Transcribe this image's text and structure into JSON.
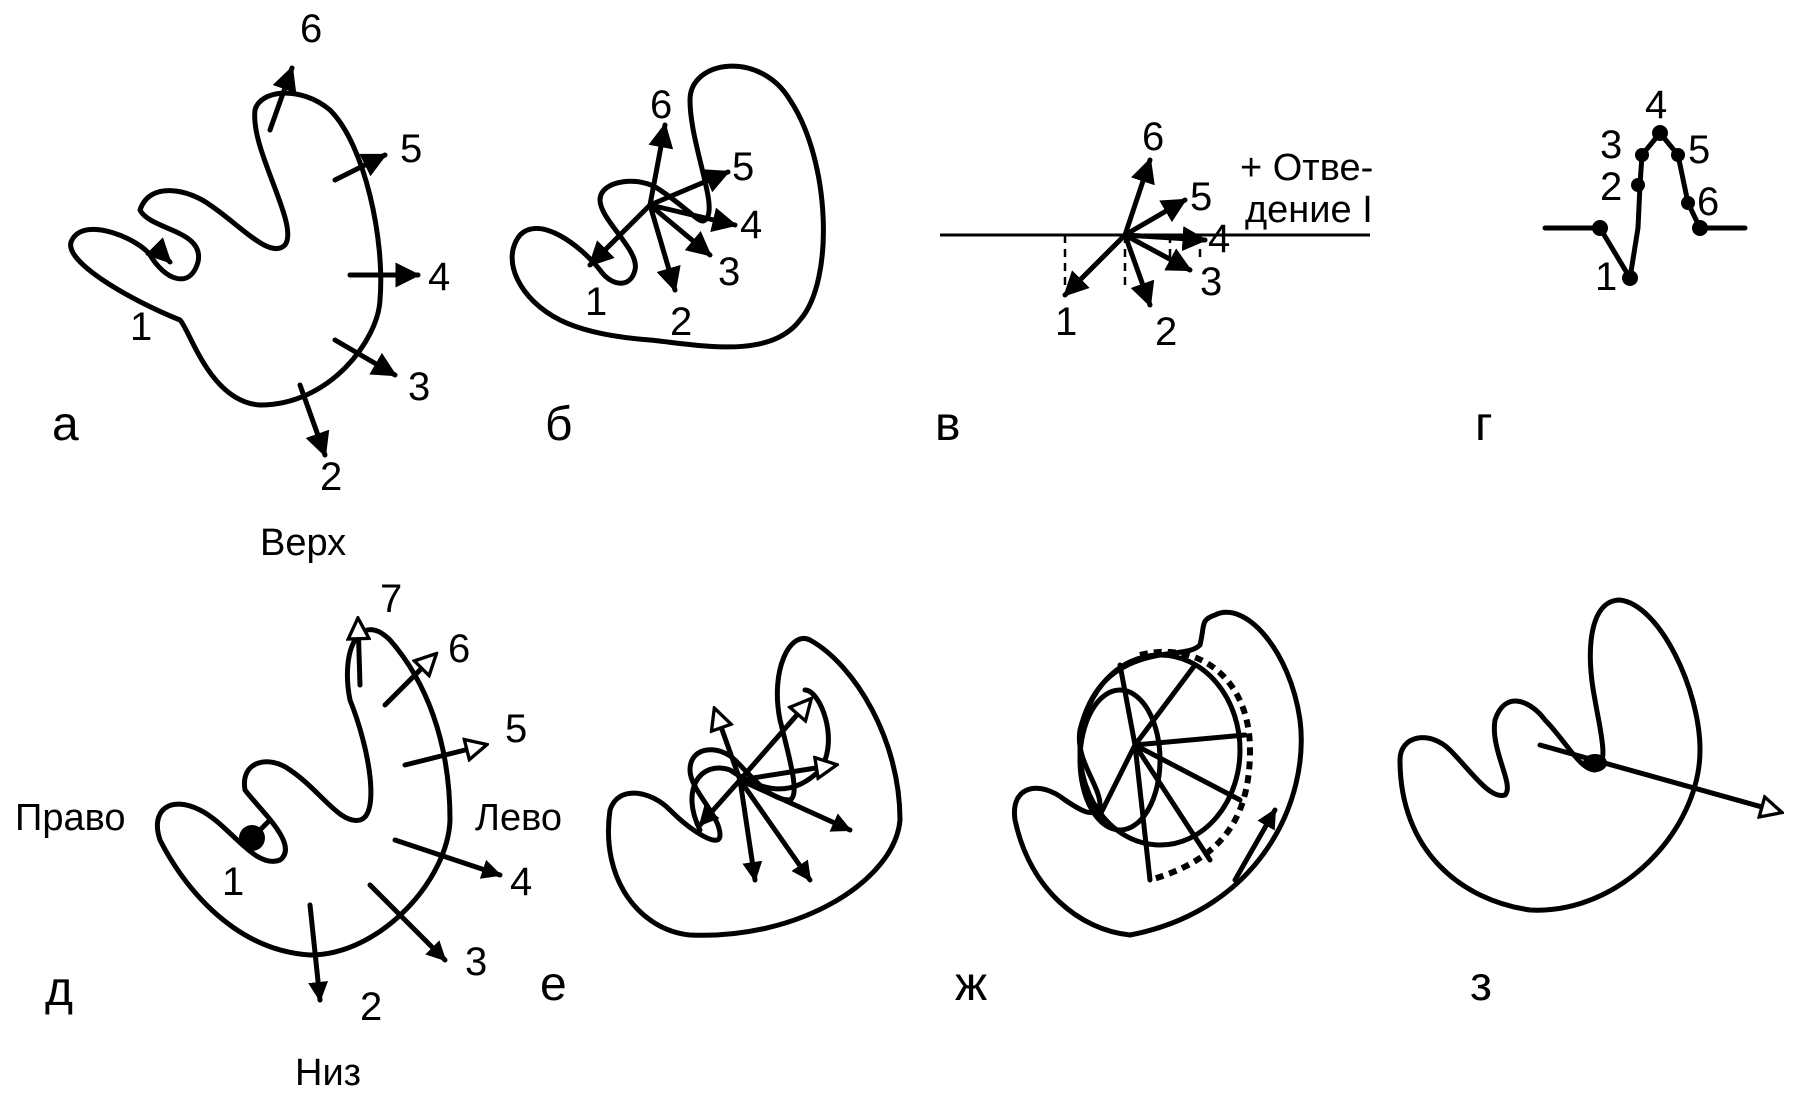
{
  "panels": {
    "a": {
      "letter": "а",
      "top_label": "Верх",
      "vectors": [
        "1",
        "2",
        "3",
        "4",
        "5",
        "6"
      ]
    },
    "b": {
      "letter": "б",
      "vectors": [
        "1",
        "2",
        "3",
        "4",
        "5",
        "6"
      ]
    },
    "v": {
      "letter": "в",
      "vectors": [
        "1",
        "2",
        "3",
        "4",
        "5",
        "6"
      ],
      "lead_line1": "+ Отве-",
      "lead_line2": "дение I"
    },
    "g": {
      "letter": "г",
      "points": [
        "1",
        "2",
        "3",
        "4",
        "5",
        "6"
      ]
    },
    "d": {
      "letter": "д",
      "vectors": [
        "1",
        "2",
        "3",
        "4",
        "5",
        "6",
        "7"
      ],
      "left_label": "Право",
      "right_label": "Лево",
      "bottom_label": "Низ"
    },
    "e": {
      "letter": "е"
    },
    "zh": {
      "letter": "ж"
    },
    "z": {
      "letter": "з"
    }
  },
  "colors": {
    "ink": "#000000",
    "background": "#ffffff"
  }
}
